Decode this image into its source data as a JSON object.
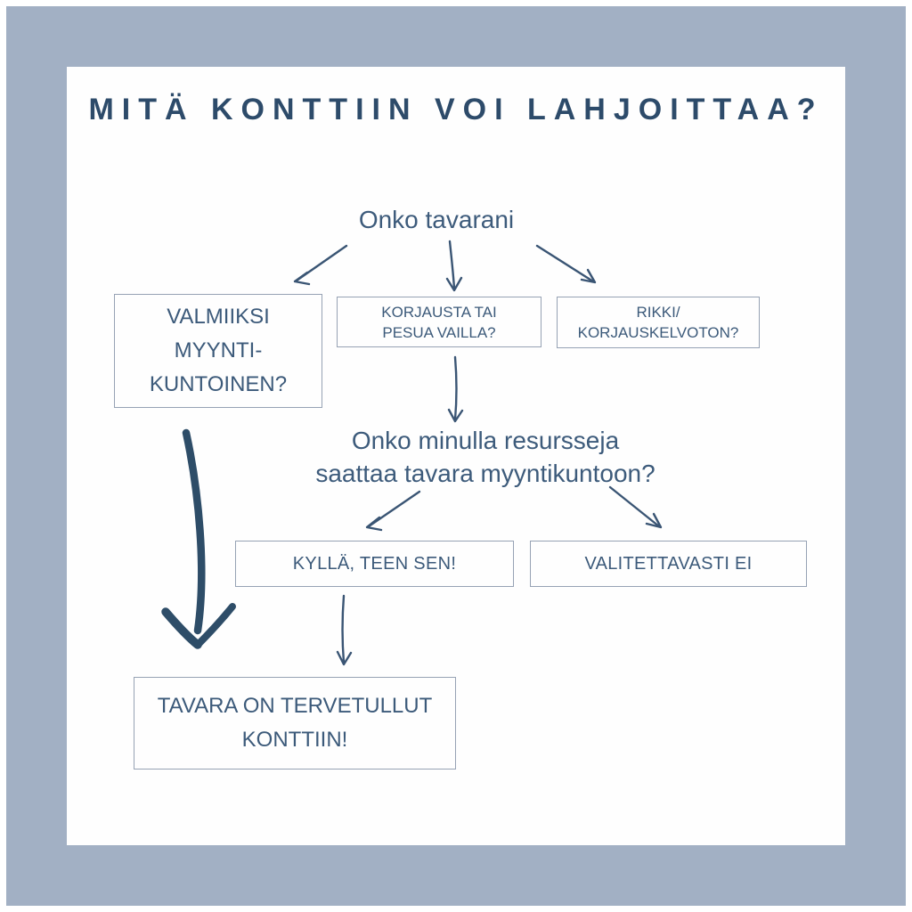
{
  "title": "MITÄ KONTTIIN VOI LAHJOITTAA?",
  "diagram": {
    "root_question": "Onko tavarani",
    "option_ready": {
      "line1": "VALMIIKSI",
      "line2": "MYYNTI-",
      "line3": "KUNTOINEN?"
    },
    "option_repair": {
      "line1": "KORJAUSTA TAI",
      "line2": "PESUA VAILLA?"
    },
    "option_broken": {
      "line1": "RIKKI/",
      "line2": "KORJAUSKELVOTON?"
    },
    "resources_question": {
      "line1": "Onko minulla resursseja",
      "line2": "saattaa tavara myyntikuntoon?"
    },
    "answer_yes": "KYLLÄ, TEEN SEN!",
    "answer_no": "VALITETTAVASTI EI",
    "result": {
      "line1": "TAVARA ON TERVETULLUT",
      "line2": "KONTTIIN!"
    }
  },
  "colors": {
    "frame_background": "#a2b0c4",
    "content_background": "#fefefe",
    "title_text": "#2d4b6a",
    "body_text": "#3c5a7a",
    "box_border": "#96a2b4",
    "arrow": "#3a5574",
    "thick_arrow": "#2e4d68"
  }
}
